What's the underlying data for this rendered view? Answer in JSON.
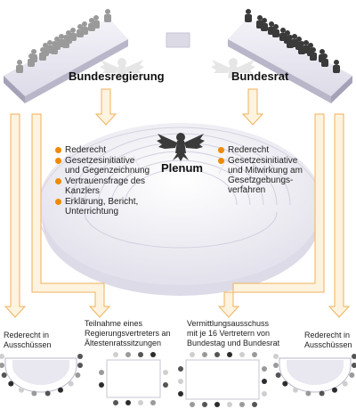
{
  "diagram": {
    "left_title": "Bundesregierung",
    "right_title": "Bundesrat",
    "center_title": "Plenum",
    "left_bullets": [
      "Rederecht",
      "Gesetzesinitiative\nund Gegenzeichnung",
      "Vertrauensfrage des\nKanzlers",
      "Erklärung, Bericht,\nUnterrichtung"
    ],
    "right_bullets": [
      "Rederecht",
      "Gesetzesinitiative\nund Mitwirkung am\nGesetzgebungs-\nverfahren"
    ],
    "bottom_captions": [
      "Rederecht in\nAusschüssen",
      "Teilnahme eines\nRegierungsvertreters an\nÄltestenratssitzungen",
      "Vermittlungsausschuss\nmit je 16 Vertretern von\nBundestag und Bundesrat",
      "Rederecht in\nAusschüssen"
    ],
    "colors": {
      "accent": "#f08a00",
      "arrow_fill": "#fdf3df",
      "arrow_stroke": "#f0b25a",
      "bench_top": "#eceaf3",
      "bench_front": "#b9b6c9",
      "plenum_floor": "#f2f1f5",
      "regierung_people": "#9a9a9a",
      "bundesrat_people": "#3a3a3a"
    }
  }
}
